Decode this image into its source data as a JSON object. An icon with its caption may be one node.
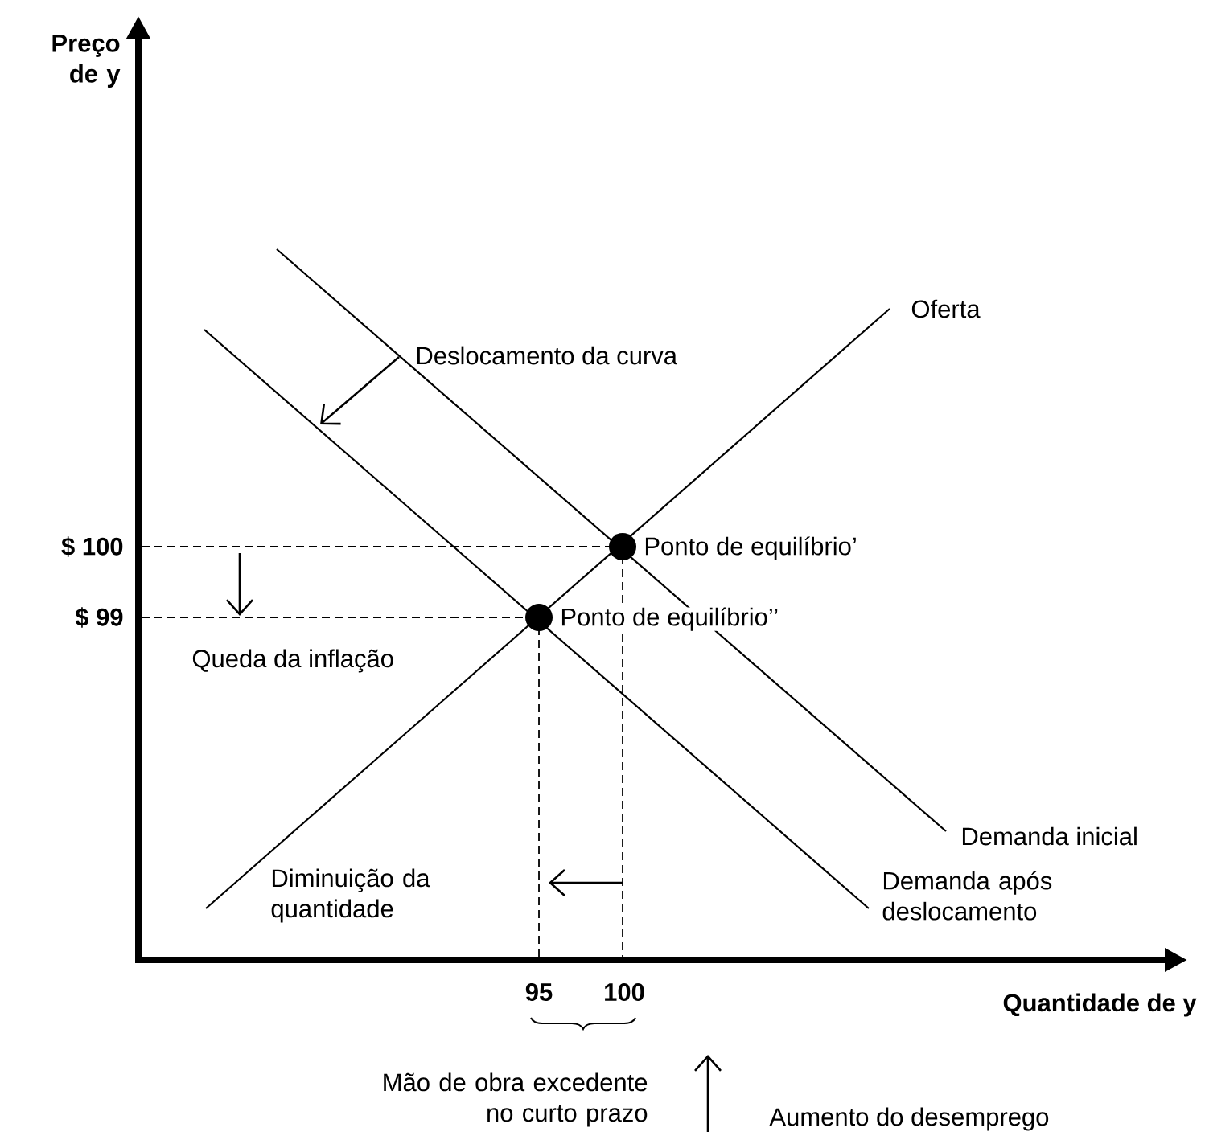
{
  "diagram": {
    "nodes": [
      {
        "text": [],
        "shape": "circle",
        "beside": [
          "Ponto de equilíbrio’"
        ]
      },
      {
        "text": [],
        "shape": "circle",
        "beside": [
          "Ponto de equilíbrio’’"
        ]
      }
    ],
    "labels": [
      "Preço de y",
      "Oferta",
      "Deslocamento da curva",
      "$ 100",
      "$ 99",
      "Queda da inflação",
      "Demanda inicial",
      "Diminuição da quantidade",
      "Demanda após deslocamento",
      "95",
      "100",
      "Quantidade de y",
      "Mão de obra excedente no curto prazo",
      "Aumento do desemprego"
    ]
  }
}
